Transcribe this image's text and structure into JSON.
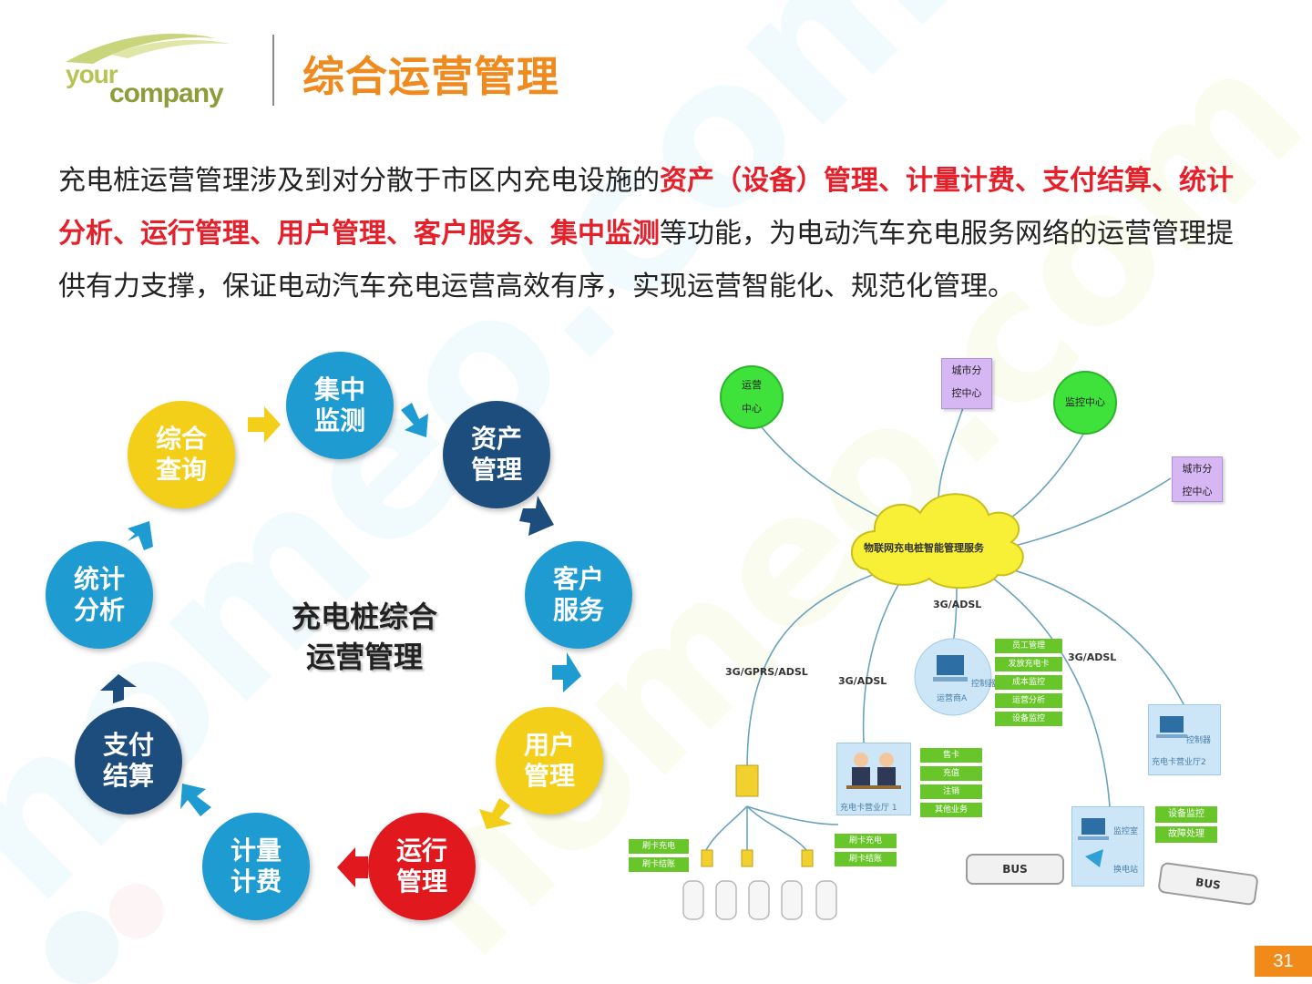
{
  "header": {
    "logo_line1": "your",
    "logo_line2": "company",
    "title": "综合运营管理"
  },
  "intro": {
    "part1": "充电桩运营管理涉及到对分散于市区内充电设施的",
    "highlight": "资产（设备）管理、计量计费、支付结算、统计分析、运行管理、用户管理、客户服务、集中监测",
    "part2": "等功能，为电动汽车充电服务网络的运营管理提供有力支撑，保证电动汽车充电运营高效有序，实现运营智能化、规范化管理。"
  },
  "cycle": {
    "center": "充电桩综合\n运营管理",
    "nodes": [
      {
        "label": "集中\n监测",
        "color": "#1e9bd0"
      },
      {
        "label": "资产\n管理",
        "color": "#1d4d7d"
      },
      {
        "label": "客户\n服务",
        "color": "#1e9bd0"
      },
      {
        "label": "用户\n管理",
        "color": "#f3cf19"
      },
      {
        "label": "运行\n管理",
        "color": "#e2181f"
      },
      {
        "label": "计量\n计费",
        "color": "#1e9bd0"
      },
      {
        "label": "支付\n结算",
        "color": "#1d4d7d"
      },
      {
        "label": "统计\n分析",
        "color": "#1e9bd0"
      },
      {
        "label": "综合\n查询",
        "color": "#f3cf19"
      }
    ]
  },
  "network": {
    "cloud": "物联网充电桩智能管理服务",
    "ops_center": "运营\n中心",
    "monitor_center": "监控中心",
    "city_branch_1": "城市分\n控中心",
    "city_branch_2": "城市分\n控中心",
    "link_adsl_top": "3G/ADSL",
    "link_gprs": "3G/GPRS/ADSL",
    "link_adsl_left": "3G/ADSL",
    "link_adsl_right": "3G/ADSL",
    "operator_a": {
      "controller": "控制器",
      "caption": "运营商A",
      "tags": [
        "员工管理",
        "发放充电卡",
        "成本监控",
        "运营分析",
        "设备监控"
      ]
    },
    "hall_1": {
      "caption": "充电卡营业厅 1",
      "tags": [
        "售卡",
        "充值",
        "注销",
        "其他业务"
      ]
    },
    "hall_2": {
      "controller": "控制器",
      "caption": "充电卡营业厅2"
    },
    "left_tags": [
      "刷卡充电",
      "刷卡结账"
    ],
    "mid_tags": [
      "刷卡充电",
      "刷卡结账"
    ],
    "station": {
      "monitor_room": "监控室",
      "swap_station": "换电站",
      "tags": [
        "设备监控",
        "故障处理"
      ]
    },
    "bus_label_1": "BUS",
    "bus_label_2": "BUS"
  },
  "page_number": "31",
  "colors": {
    "title": "#ee8a1e",
    "highlight": "#e5202b",
    "page_badge": "#f28a1a"
  }
}
